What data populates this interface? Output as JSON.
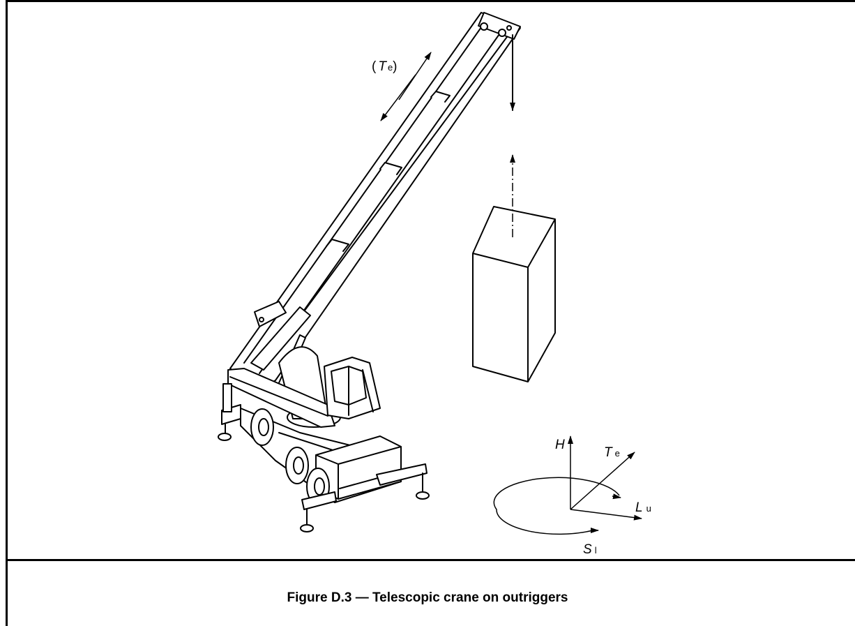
{
  "figure": {
    "caption": "Figure D.3 — Telescopic crane on outriggers"
  },
  "labels": {
    "boom_motion": {
      "open": "(",
      "main": "T",
      "sub": "e",
      "close": ")"
    },
    "axis_h": {
      "main": "H"
    },
    "axis_te": {
      "main": "T",
      "sub": "e"
    },
    "axis_lu": {
      "main": "L",
      "sub": "u"
    },
    "axis_sl": {
      "main": "S",
      "sub": "l"
    }
  }
}
